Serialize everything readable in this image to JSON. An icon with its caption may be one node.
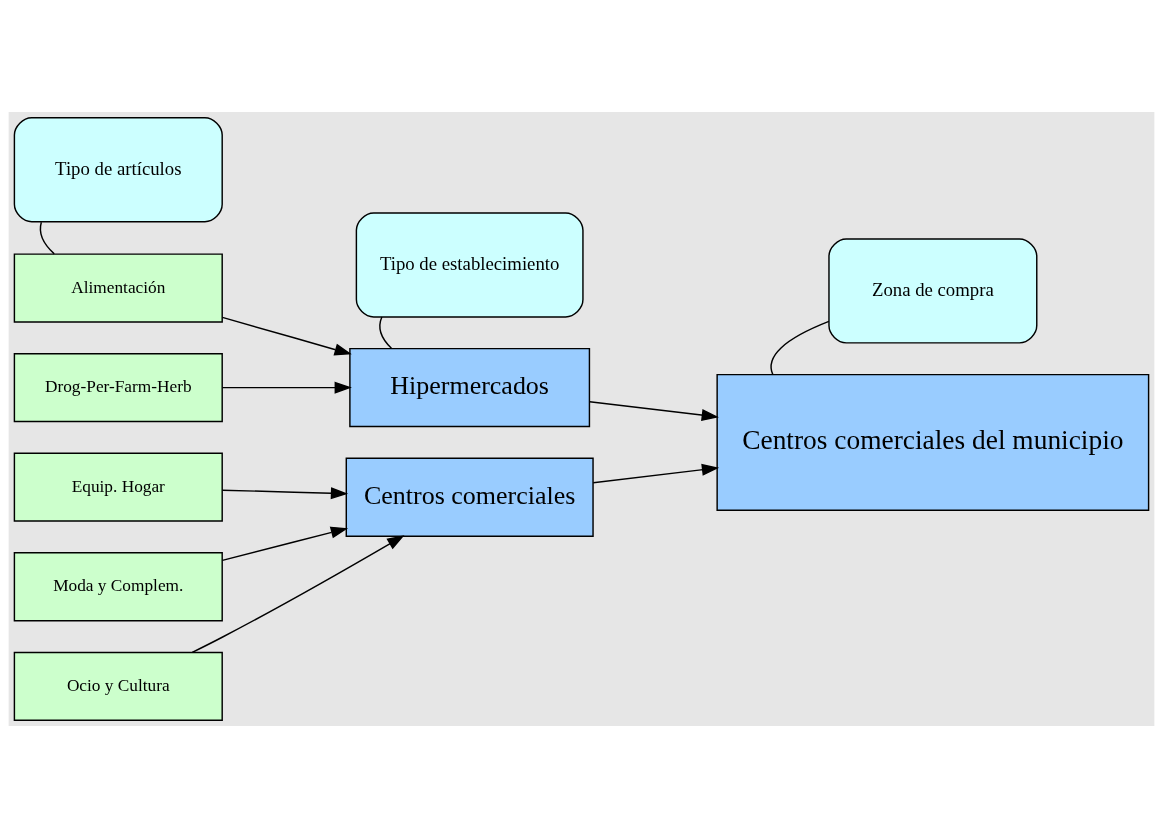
{
  "diagram": {
    "nodes": [
      {
        "text": [
          "Tipo de artículos"
        ]
      },
      {
        "text": [
          "Tipo de establecimiento"
        ]
      },
      {
        "text": [
          "Zona de compra"
        ]
      },
      {
        "text": [
          "Alimentación"
        ]
      },
      {
        "text": [
          "Drog-Per-Farm-Herb"
        ]
      },
      {
        "text": [
          "Equip. Hogar"
        ]
      },
      {
        "text": [
          "Moda y Complem."
        ]
      },
      {
        "text": [
          "Ocio y Cultura"
        ]
      },
      {
        "text": [
          "Hipermercados"
        ]
      },
      {
        "text": [
          "Centros comerciales"
        ]
      },
      {
        "text": [
          "Centros comerciales del municipio"
        ]
      }
    ],
    "edges": [
      {
        "from": 0,
        "to": 3,
        "arrow": "none"
      },
      {
        "from": 1,
        "to": 8,
        "arrow": "none"
      },
      {
        "from": 2,
        "to": 10,
        "arrow": "none"
      },
      {
        "from": 3,
        "to": 8,
        "arrow": "to"
      },
      {
        "from": 4,
        "to": 8,
        "arrow": "to"
      },
      {
        "from": 5,
        "to": 9,
        "arrow": "to"
      },
      {
        "from": 6,
        "to": 9,
        "arrow": "to"
      },
      {
        "from": 7,
        "to": 9,
        "arrow": "to"
      },
      {
        "from": 8,
        "to": 10,
        "arrow": "to"
      },
      {
        "from": 9,
        "to": 10,
        "arrow": "to"
      }
    ]
  }
}
